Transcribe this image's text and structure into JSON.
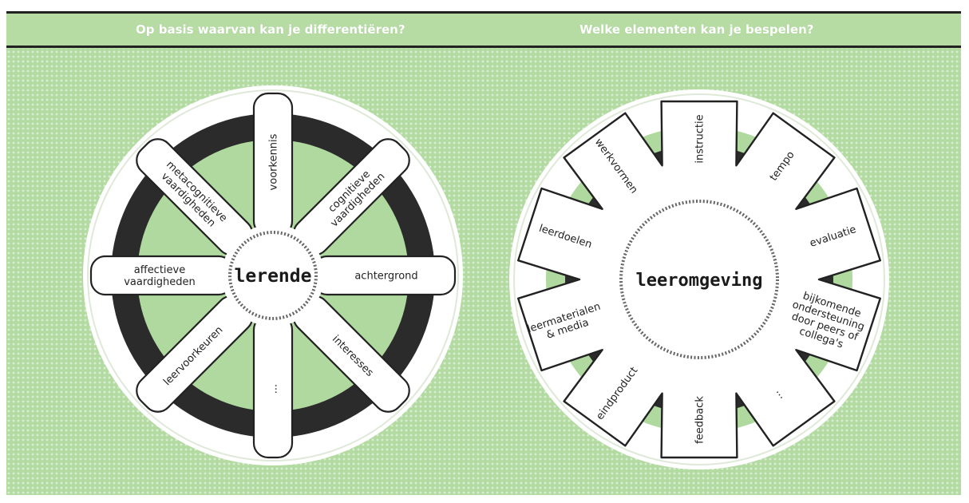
{
  "header": {
    "left_question": "Op basis waarvan kan je differentiëren?",
    "right_question": "Welke elementen kan je bespelen?"
  },
  "wheel_left": {
    "center": "lerende",
    "spokes": [
      {
        "id": "voorkennis",
        "lines": [
          "voorkennis"
        ]
      },
      {
        "id": "cognitieve-vaardigheden",
        "lines": [
          "cognitieve",
          "vaardigheden"
        ]
      },
      {
        "id": "achtergrond",
        "lines": [
          "achtergrond"
        ]
      },
      {
        "id": "interesses",
        "lines": [
          "interesses"
        ]
      },
      {
        "id": "more",
        "lines": [
          "..."
        ]
      },
      {
        "id": "leervoorkeuren",
        "lines": [
          "leervoorkeuren"
        ]
      },
      {
        "id": "affectieve-vaardigheden",
        "lines": [
          "affectieve",
          "vaardigheden"
        ]
      },
      {
        "id": "metacognitieve-vaardigheden",
        "lines": [
          "metacognitieve",
          "vaardigheden"
        ]
      }
    ]
  },
  "gear_right": {
    "center": "leeromgeving",
    "teeth": [
      {
        "id": "instructie",
        "lines": [
          "instructie"
        ]
      },
      {
        "id": "tempo",
        "lines": [
          "tempo"
        ]
      },
      {
        "id": "evaluatie",
        "lines": [
          "evaluatie"
        ]
      },
      {
        "id": "bijkomende-ondersteuning",
        "lines": [
          "bijkomende",
          "ondersteuning",
          "door peers of",
          "collega's"
        ]
      },
      {
        "id": "more",
        "lines": [
          "..."
        ]
      },
      {
        "id": "feedback",
        "lines": [
          "feedback"
        ]
      },
      {
        "id": "eindproduct",
        "lines": [
          "eindproduct"
        ]
      },
      {
        "id": "leermaterialen-media",
        "lines": [
          "leermaterialen",
          "& media"
        ]
      },
      {
        "id": "leerdoelen",
        "lines": [
          "leerdoelen"
        ]
      },
      {
        "id": "werkvormen",
        "lines": [
          "werkvormen"
        ]
      }
    ]
  },
  "colors": {
    "background_green": "#b3daa1",
    "header_green": "#b6dca4",
    "inner_green": "#b0d9a0",
    "dark_ring": "#2b2b2b",
    "piece_fill": "#ffffff",
    "outline": "#222222"
  }
}
